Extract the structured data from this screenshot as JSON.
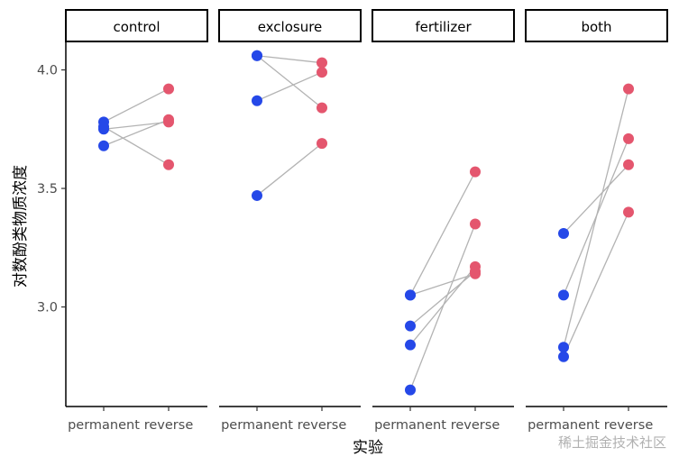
{
  "chart_data": {
    "type": "scatter",
    "facets": [
      "control",
      "exclosure",
      "fertilizer",
      "both"
    ],
    "categories": [
      "permanent",
      "reverse"
    ],
    "xlabel": "实验",
    "ylabel": "对数酚类物质浓度",
    "ylim": [
      2.58,
      4.12
    ],
    "yticks": [
      3.0,
      3.5,
      4.0
    ],
    "ytick_labels": [
      "3.0",
      "3.5",
      "4.0"
    ],
    "colors": {
      "permanent": "#2548e8",
      "reverse": "#e4566e",
      "line": "#b3b3b3"
    },
    "pairs": {
      "control": [
        [
          3.78,
          3.92
        ],
        [
          3.75,
          3.78
        ],
        [
          3.68,
          3.79
        ],
        [
          3.76,
          3.6
        ]
      ],
      "exclosure": [
        [
          4.06,
          4.03
        ],
        [
          3.87,
          3.99
        ],
        [
          4.06,
          3.84
        ],
        [
          3.47,
          3.69
        ]
      ],
      "fertilizer": [
        [
          3.05,
          3.57
        ],
        [
          2.92,
          3.15
        ],
        [
          2.84,
          3.17
        ],
        [
          2.65,
          3.35
        ],
        [
          3.05,
          3.14
        ]
      ],
      "both": [
        [
          3.31,
          3.6
        ],
        [
          3.05,
          3.71
        ],
        [
          2.83,
          3.92
        ],
        [
          2.79,
          3.4
        ]
      ]
    }
  },
  "watermark": "稀土掘金技术社区"
}
